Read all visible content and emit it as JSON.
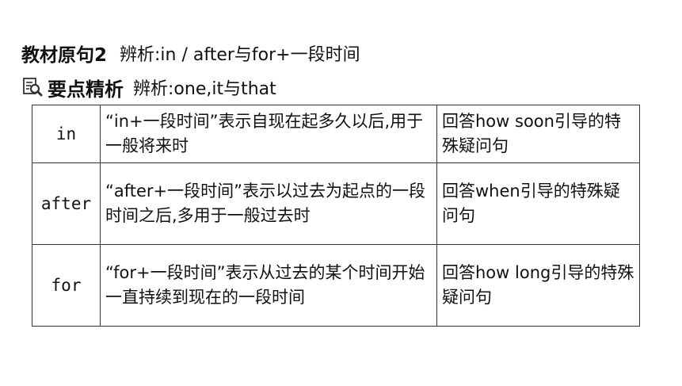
{
  "header": {
    "lesson_label": "教材原句2",
    "topic": "辨析:in / after与for+一段时间"
  },
  "subheader": {
    "icon": "magnifier-document-icon",
    "section_label": "要点精析",
    "topic": "辨析:one,it与that"
  },
  "table": {
    "rows": [
      {
        "word": "in",
        "usage": "“in+一段时间”表示自现在起多久以后,用于一般将来时",
        "answer": "回答how soon引导的特殊疑问句"
      },
      {
        "word": "after",
        "usage": "“after+一段时间”表示以过去为起点的一段时间之后,多用于一般过去时",
        "answer": "回答when引导的特殊疑问句"
      },
      {
        "word": "for",
        "usage": "“for+一段时间”表示从过去的某个时间开始一直持续到现在的一段时间",
        "answer": "回答how long引导的特殊疑问句"
      }
    ]
  }
}
